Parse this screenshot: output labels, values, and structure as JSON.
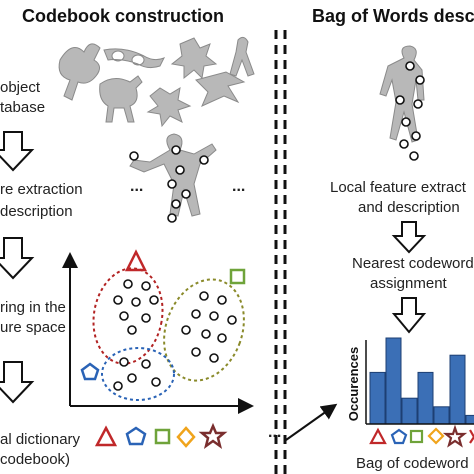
{
  "titles": {
    "left": "Codebook construction",
    "right": "Bag of Words descri"
  },
  "left_steps": {
    "s1_l1": "object",
    "s1_l2": "tabase",
    "s2_l1": "re extraction",
    "s2_l2": "description",
    "s3_l1": "ring in the",
    "s3_l2": "ure space",
    "s4_l1": "al dictionary",
    "s4_l2": "codebook)"
  },
  "right_steps": {
    "s1_l1": "Local feature extract",
    "s1_l2": "and description",
    "s2_l1": "Nearest codeword",
    "s2_l2": "assignment",
    "s3": "Bag of codeword"
  },
  "ellipsis": "...",
  "chart_data": {
    "type": "bar",
    "ylabel": "Occurences",
    "xlabel": "",
    "title": "",
    "values": [
      6,
      10,
      3,
      6,
      2,
      8,
      1
    ],
    "color": "#3b6fb6"
  },
  "codeword_colors": {
    "triangle": "#c0282a",
    "pentagon": "#2a63b6",
    "square": "#6fa33a",
    "diamond": "#f0a41c",
    "star": "#7a2e2e"
  }
}
